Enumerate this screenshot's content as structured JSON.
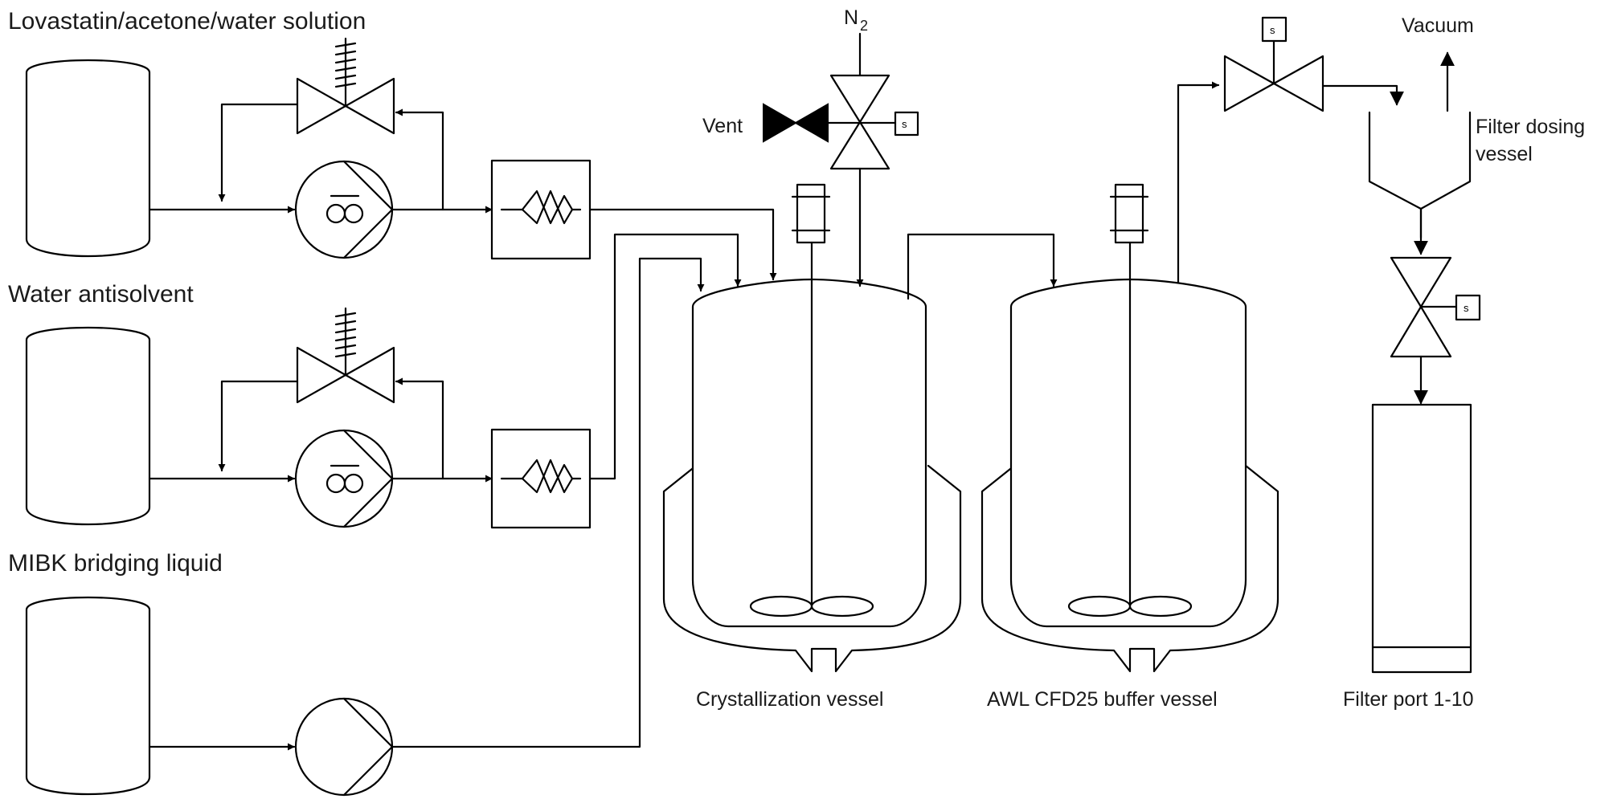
{
  "labels": {
    "lovastatin_solution": "Lovastatin/acetone/water solution",
    "water_antisolvent": "Water antisolvent",
    "mibk_liquid": "MIBK bridging liquid",
    "nitrogen": "N",
    "nitrogen_subscript": "2",
    "vent": "Vent",
    "vacuum": "Vacuum",
    "filter_dosing_line1": "Filter dosing",
    "filter_dosing_line2": "vessel",
    "crystallization_vessel": "Crystallization vessel",
    "buffer_vessel": "AWL CFD25 buffer vessel",
    "filter_port": "Filter port 1-10",
    "solenoid_mark": "s"
  }
}
